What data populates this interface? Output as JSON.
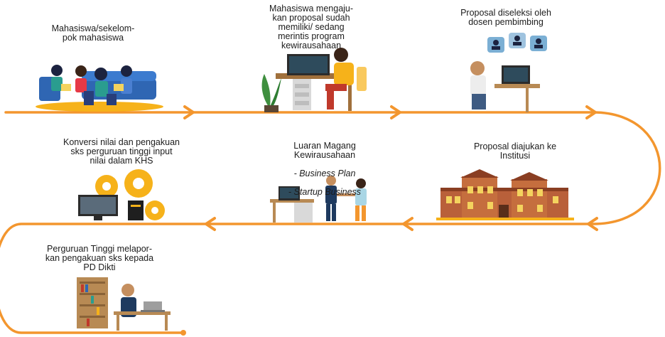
{
  "colors": {
    "path": "#F3962E",
    "accent_yellow": "#F6B21A",
    "navy": "#1E3A5F"
  },
  "steps": [
    {
      "text": "Mahasiswa/sekelom-\npok mahasiswa",
      "icon": "students-reading-icon"
    },
    {
      "text": "Mahasiswa mengaju-\nkan proposal sudah\nmemiliki/ sedang\nmerintis program\nkewirausahaan",
      "icon": "student-at-computer-icon"
    },
    {
      "text": "Proposal diseleksi oleh\ndosen pembimbing",
      "icon": "lecturer-review-icon"
    },
    {
      "text": "Proposal diajukan ke\nInstitusi",
      "icon": "university-building-icon"
    },
    {
      "title": "Luaran Magang\nKewirausahaan",
      "items": [
        "- Business Plan",
        "- Startup Business"
      ],
      "icon": "business-handshake-icon"
    },
    {
      "text": "Konversi nilai dan pengakuan\nsks perguruan tinggi input\nnilai dalam KHS",
      "icon": "computer-gears-icon"
    },
    {
      "text": "Perguruan Tinggi melapor-\nkan pengakuan sks kepada\nPD Dikti",
      "icon": "officer-at-desk-icon"
    }
  ]
}
